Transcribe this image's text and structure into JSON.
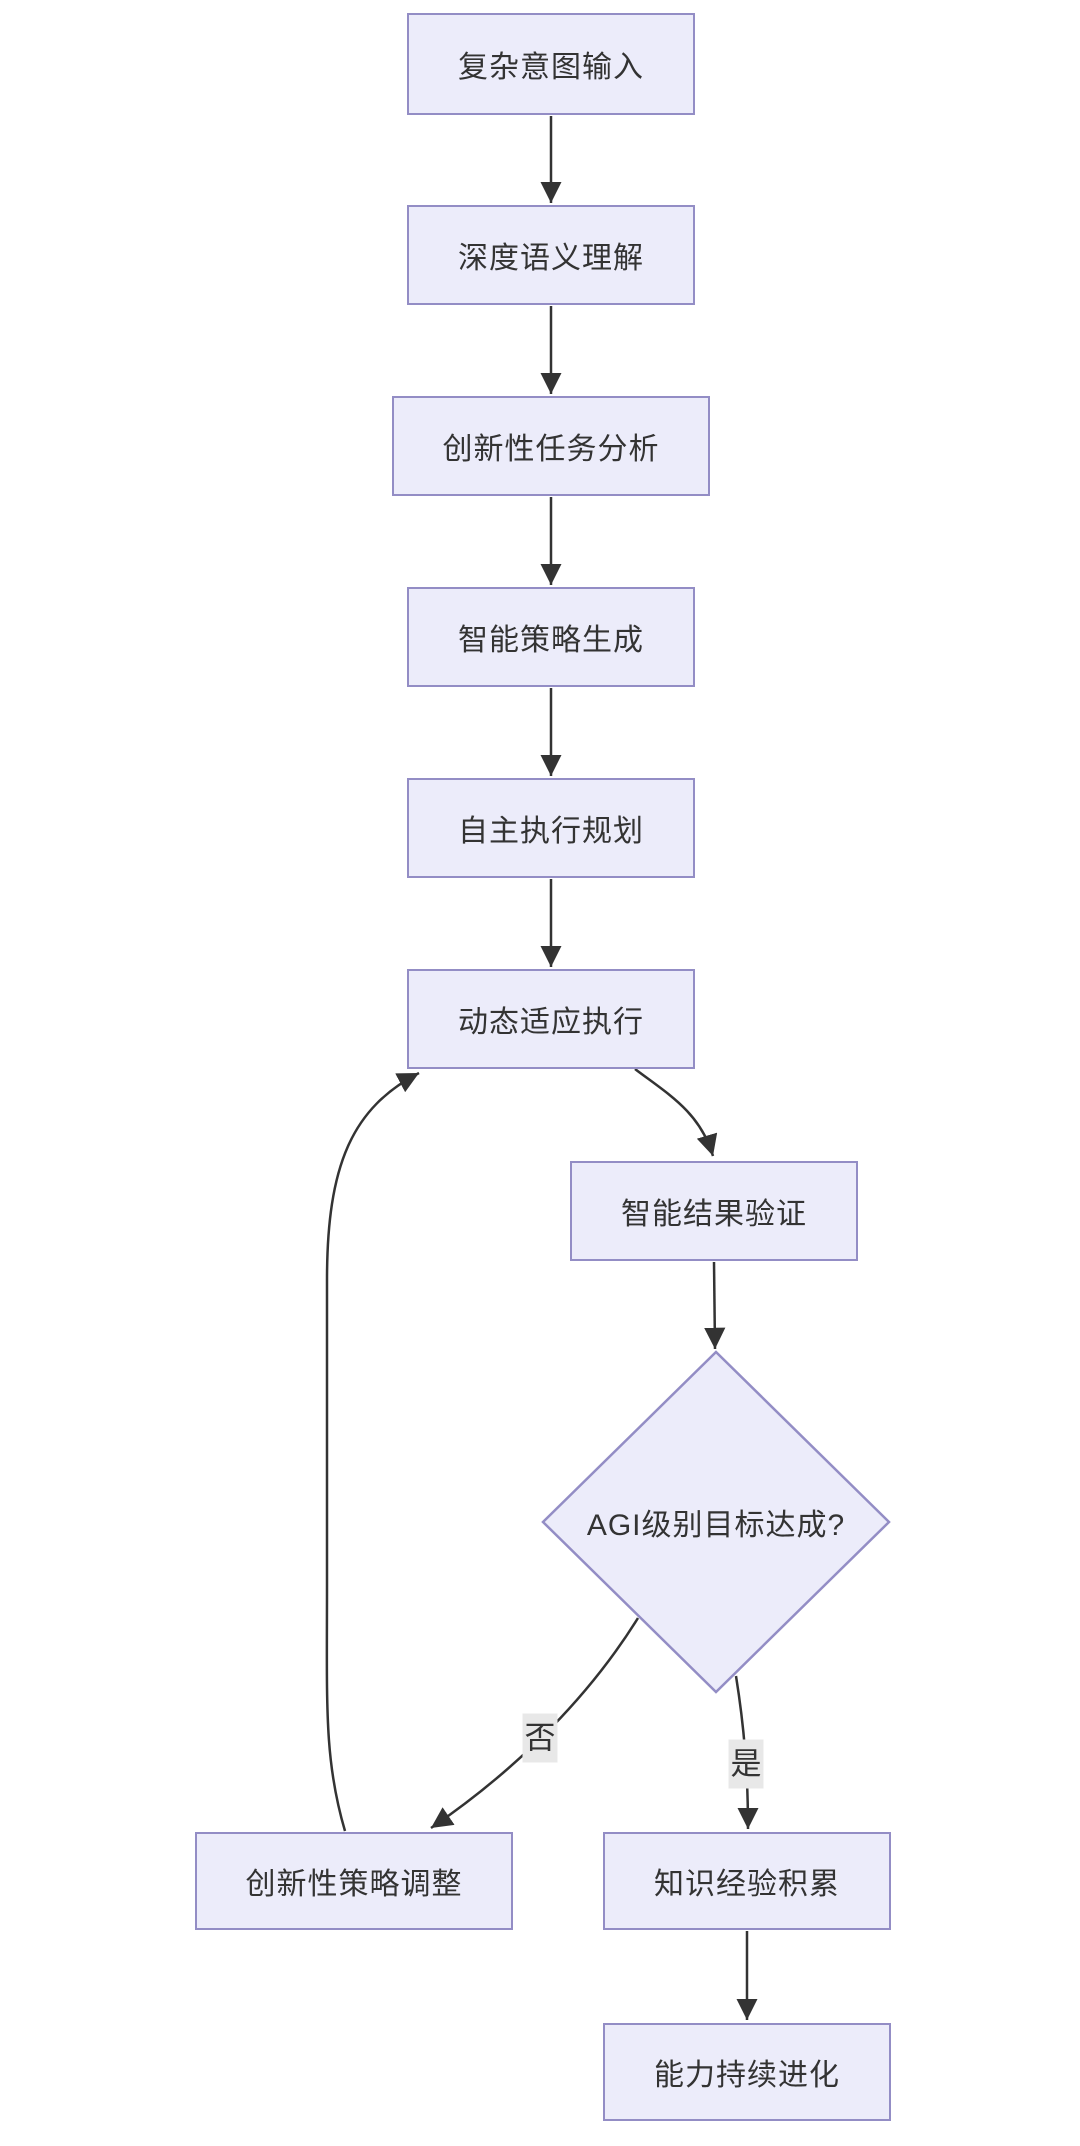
{
  "diagram": {
    "type": "flowchart",
    "direction": "top-down",
    "colors": {
      "background": "#ffffff",
      "node_fill": "#ececfa",
      "node_border": "#938dc5",
      "edge": "#333333",
      "text": "#333333",
      "edge_label_bg": "#e8e8e8"
    },
    "nodes": [
      {
        "id": "complex-intent-input",
        "label": "复杂意图输入",
        "shape": "rect"
      },
      {
        "id": "deep-semantic-understanding",
        "label": "深度语义理解",
        "shape": "rect"
      },
      {
        "id": "innovative-task-analysis",
        "label": "创新性任务分析",
        "shape": "rect"
      },
      {
        "id": "intelligent-strategy-generation",
        "label": "智能策略生成",
        "shape": "rect"
      },
      {
        "id": "autonomous-execution-planning",
        "label": "自主执行规划",
        "shape": "rect"
      },
      {
        "id": "dynamic-adaptive-execution",
        "label": "动态适应执行",
        "shape": "rect"
      },
      {
        "id": "intelligent-result-verification",
        "label": "智能结果验证",
        "shape": "rect"
      },
      {
        "id": "agi-goal-achieved",
        "label": "AGI级别目标达成?",
        "shape": "diamond"
      },
      {
        "id": "innovative-strategy-adjustment",
        "label": "创新性策略调整",
        "shape": "rect"
      },
      {
        "id": "knowledge-experience-accumulation",
        "label": "知识经验积累",
        "shape": "rect"
      },
      {
        "id": "capability-continuous-evolution",
        "label": "能力持续进化",
        "shape": "rect"
      }
    ],
    "edges": [
      {
        "from": "complex-intent-input",
        "to": "deep-semantic-understanding",
        "label": ""
      },
      {
        "from": "deep-semantic-understanding",
        "to": "innovative-task-analysis",
        "label": ""
      },
      {
        "from": "innovative-task-analysis",
        "to": "intelligent-strategy-generation",
        "label": ""
      },
      {
        "from": "intelligent-strategy-generation",
        "to": "autonomous-execution-planning",
        "label": ""
      },
      {
        "from": "autonomous-execution-planning",
        "to": "dynamic-adaptive-execution",
        "label": ""
      },
      {
        "from": "dynamic-adaptive-execution",
        "to": "intelligent-result-verification",
        "label": ""
      },
      {
        "from": "intelligent-result-verification",
        "to": "agi-goal-achieved",
        "label": ""
      },
      {
        "from": "agi-goal-achieved",
        "to": "innovative-strategy-adjustment",
        "label": "否"
      },
      {
        "from": "agi-goal-achieved",
        "to": "knowledge-experience-accumulation",
        "label": "是"
      },
      {
        "from": "knowledge-experience-accumulation",
        "to": "capability-continuous-evolution",
        "label": ""
      },
      {
        "from": "innovative-strategy-adjustment",
        "to": "dynamic-adaptive-execution",
        "label": ""
      }
    ]
  }
}
